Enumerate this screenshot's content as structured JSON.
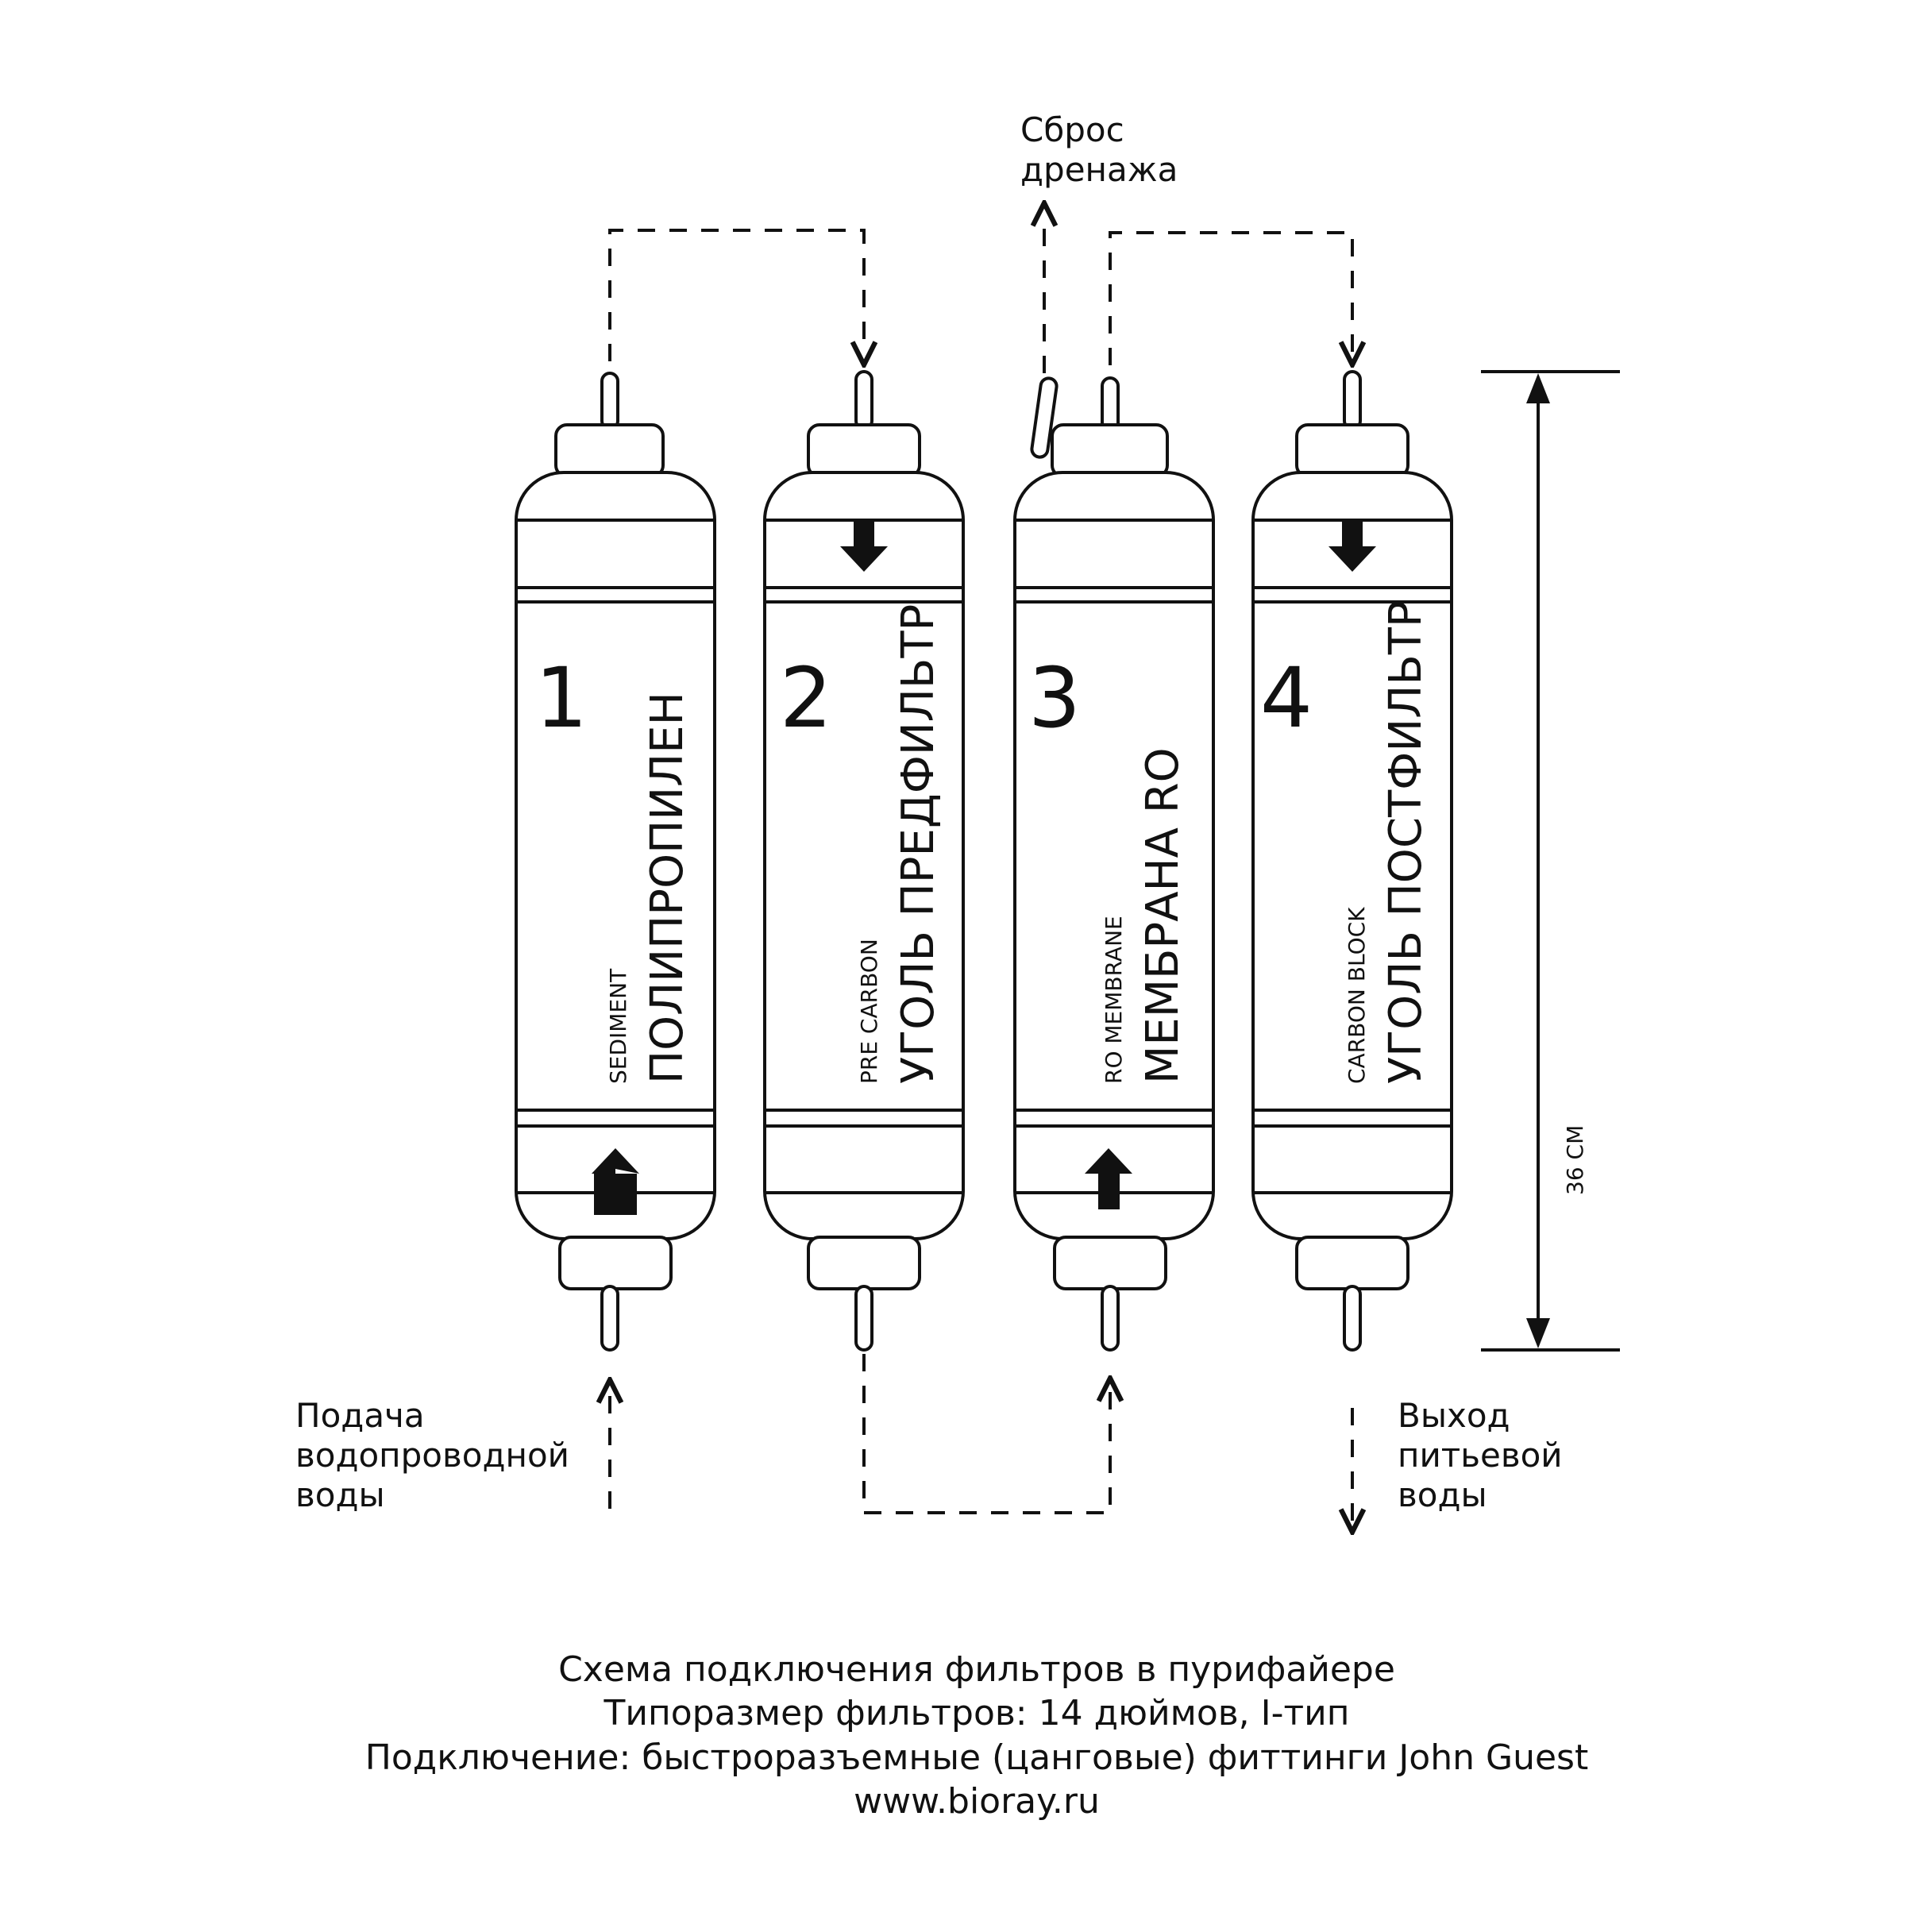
{
  "labels": {
    "drain": [
      "Сброс",
      "дренажа"
    ],
    "inlet": [
      "Подача",
      "водопроводной",
      "воды"
    ],
    "outlet": [
      "Выход",
      "питьевой",
      "воды"
    ],
    "height": "36 СМ"
  },
  "filters": [
    {
      "number": "1",
      "name": "ПОЛИПРОПИЛЕН",
      "subtitle": "SEDIMENT"
    },
    {
      "number": "2",
      "name": "УГОЛЬ ПРЕДФИЛЬТР",
      "subtitle": "PRE CARBON"
    },
    {
      "number": "3",
      "name": "МЕМБРАНА RO",
      "subtitle": "RO MEMBRANE"
    },
    {
      "number": "4",
      "name": "УГОЛЬ ПОСТФИЛЬТР",
      "subtitle": "CARBON BLOCK"
    }
  ],
  "caption": [
    "Схема подключения фильтров в пурифайере",
    "Типоразмер фильтров: 14 дюймов, I-тип",
    "Подключение: быстроразъемные (цанговые) фиттинги John Guest",
    "www.bioray.ru"
  ],
  "colors": {
    "line": "#111111",
    "background": "#ffffff"
  }
}
